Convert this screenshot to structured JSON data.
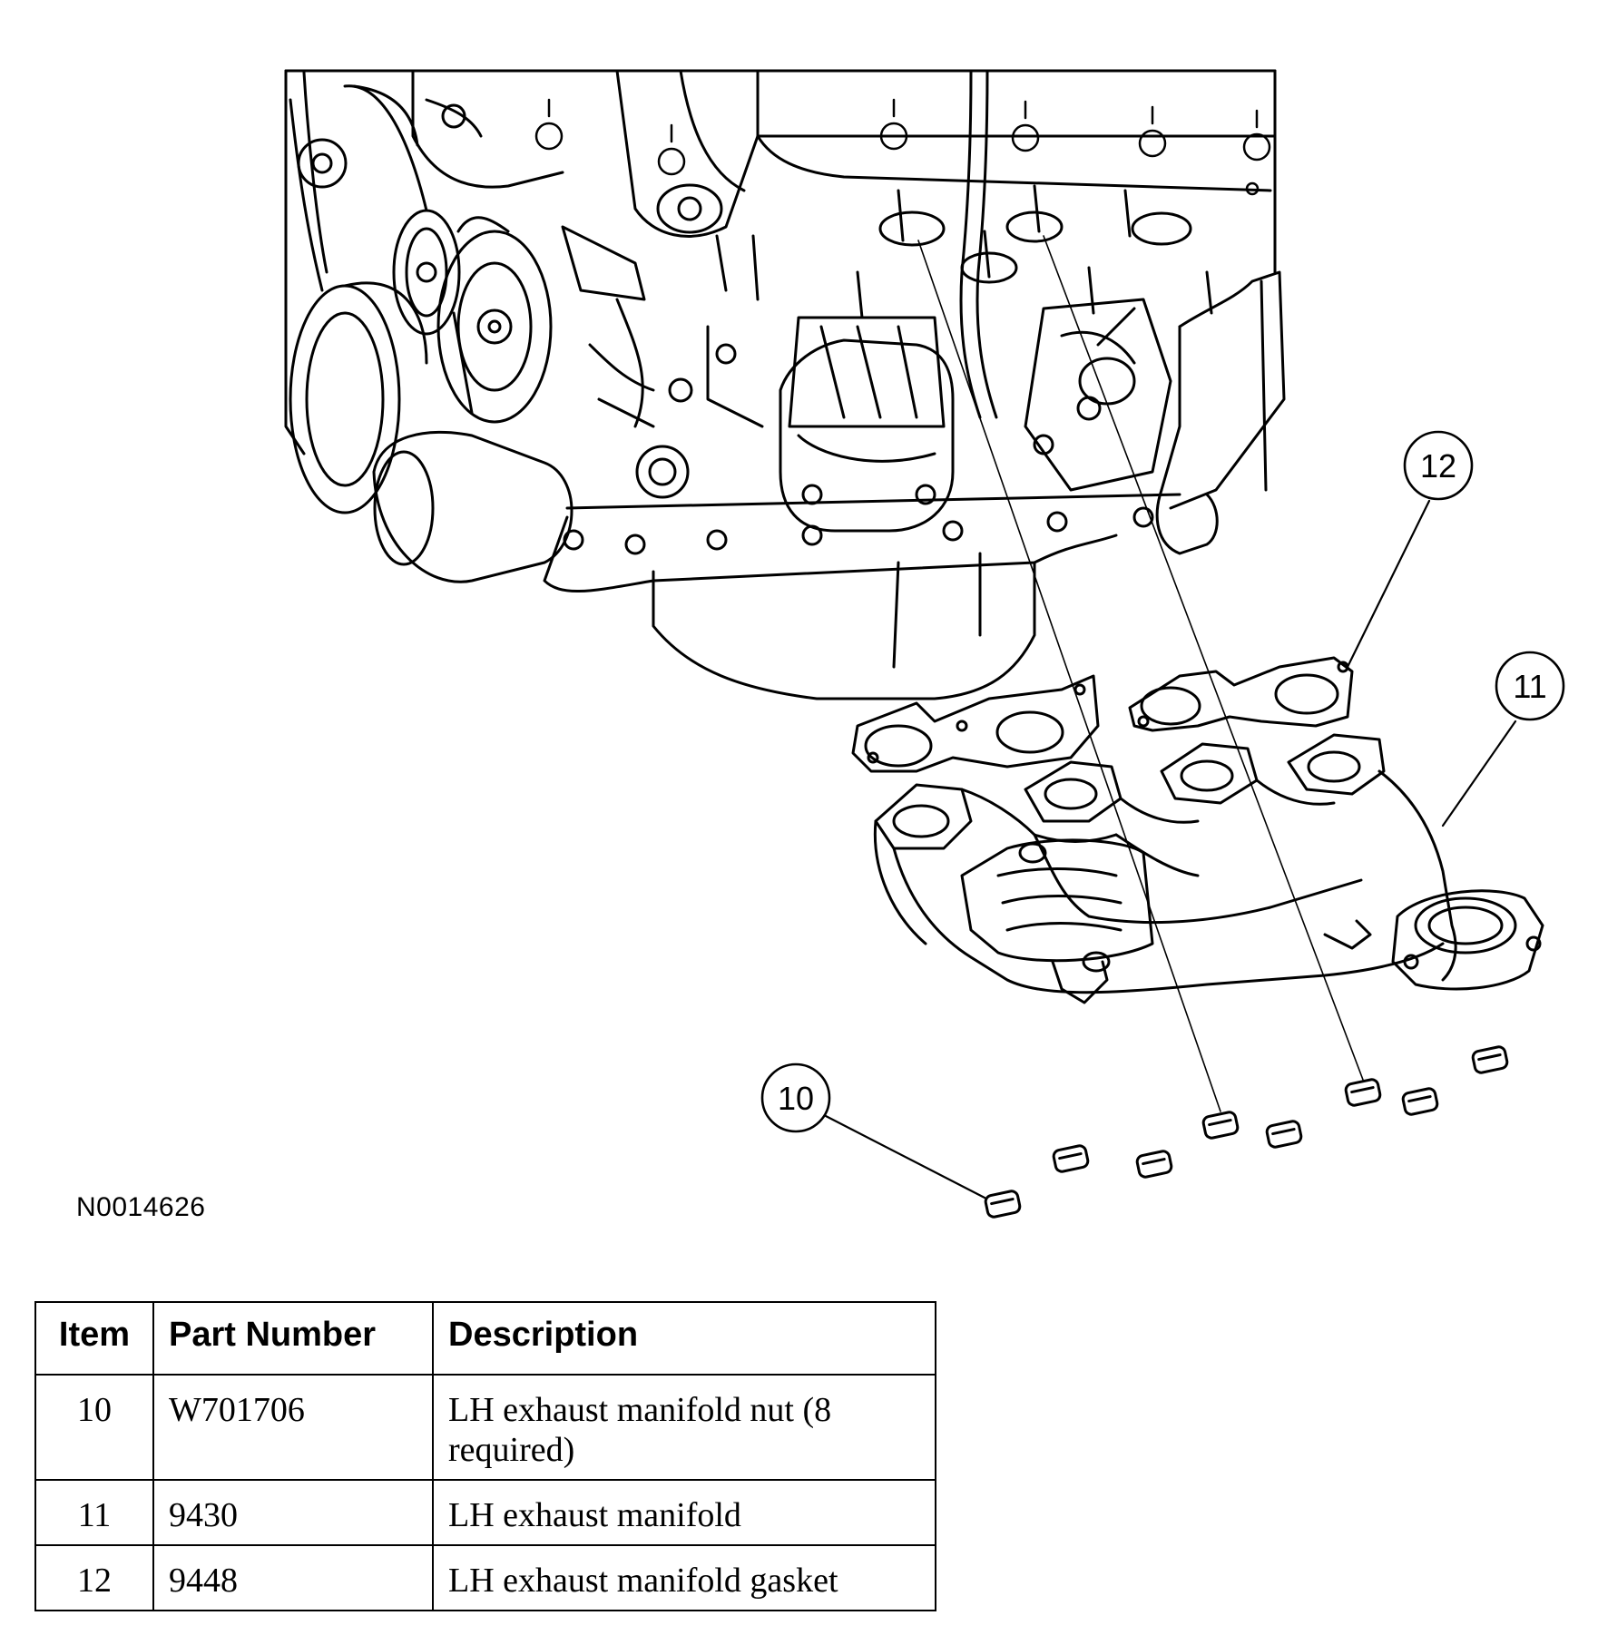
{
  "figure_id": "N0014626",
  "callouts": [
    {
      "label": "10"
    },
    {
      "label": "11"
    },
    {
      "label": "12"
    }
  ],
  "table": {
    "headers": [
      "Item",
      "Part Number",
      "Description"
    ],
    "rows": [
      {
        "item": "10",
        "part_number": "W701706",
        "description": "LH exhaust manifold nut (8 required)"
      },
      {
        "item": "11",
        "part_number": "9430",
        "description": "LH exhaust manifold"
      },
      {
        "item": "12",
        "part_number": "9448",
        "description": "LH exhaust manifold gasket"
      }
    ]
  },
  "colors": {
    "line": "#000000",
    "background": "#ffffff"
  }
}
